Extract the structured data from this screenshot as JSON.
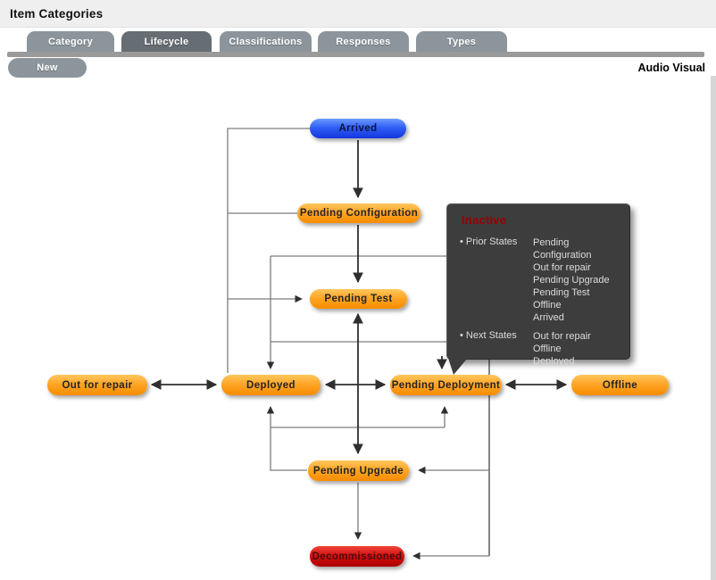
{
  "window": {
    "title": "Item Categories",
    "category_name": "Audio Visual"
  },
  "tabs": [
    {
      "label": "Category",
      "active": false
    },
    {
      "label": "Lifecycle",
      "active": true
    },
    {
      "label": "Classifications",
      "active": false
    },
    {
      "label": "Responses",
      "active": false
    },
    {
      "label": "Types",
      "active": false
    }
  ],
  "toolbar": {
    "new_button": "New"
  },
  "diagram": {
    "nodes": [
      {
        "id": "arrived",
        "label": "Arrived",
        "color": "blue"
      },
      {
        "id": "pending-configuration",
        "label": "Pending Configuration",
        "color": "orange"
      },
      {
        "id": "pending-test",
        "label": "Pending Test",
        "color": "orange"
      },
      {
        "id": "out-for-repair",
        "label": "Out for repair",
        "color": "orange"
      },
      {
        "id": "deployed",
        "label": "Deployed",
        "color": "orange"
      },
      {
        "id": "pending-deployment",
        "label": "Pending Deployment",
        "color": "orange"
      },
      {
        "id": "offline",
        "label": "Offline",
        "color": "orange"
      },
      {
        "id": "pending-upgrade",
        "label": "Pending Upgrade",
        "color": "orange"
      },
      {
        "id": "decommissioned",
        "label": "Decommissioned",
        "color": "red"
      }
    ],
    "tooltip": {
      "title": "Inactive",
      "prior_label": "Prior States",
      "next_label": "Next States",
      "prior_states": [
        "Pending Configuration",
        "Out for repair",
        "Pending Upgrade",
        "Pending Test",
        "Offline",
        "Arrived"
      ],
      "next_states": [
        "Out for repair",
        "Offline",
        "Deployed"
      ]
    },
    "colors": {
      "state_orange": "#f68c00",
      "state_blue": "#2e5bf5",
      "state_red": "#c40d0d",
      "tooltip_bg": "#3d3d3d",
      "tooltip_title": "#990000"
    }
  }
}
